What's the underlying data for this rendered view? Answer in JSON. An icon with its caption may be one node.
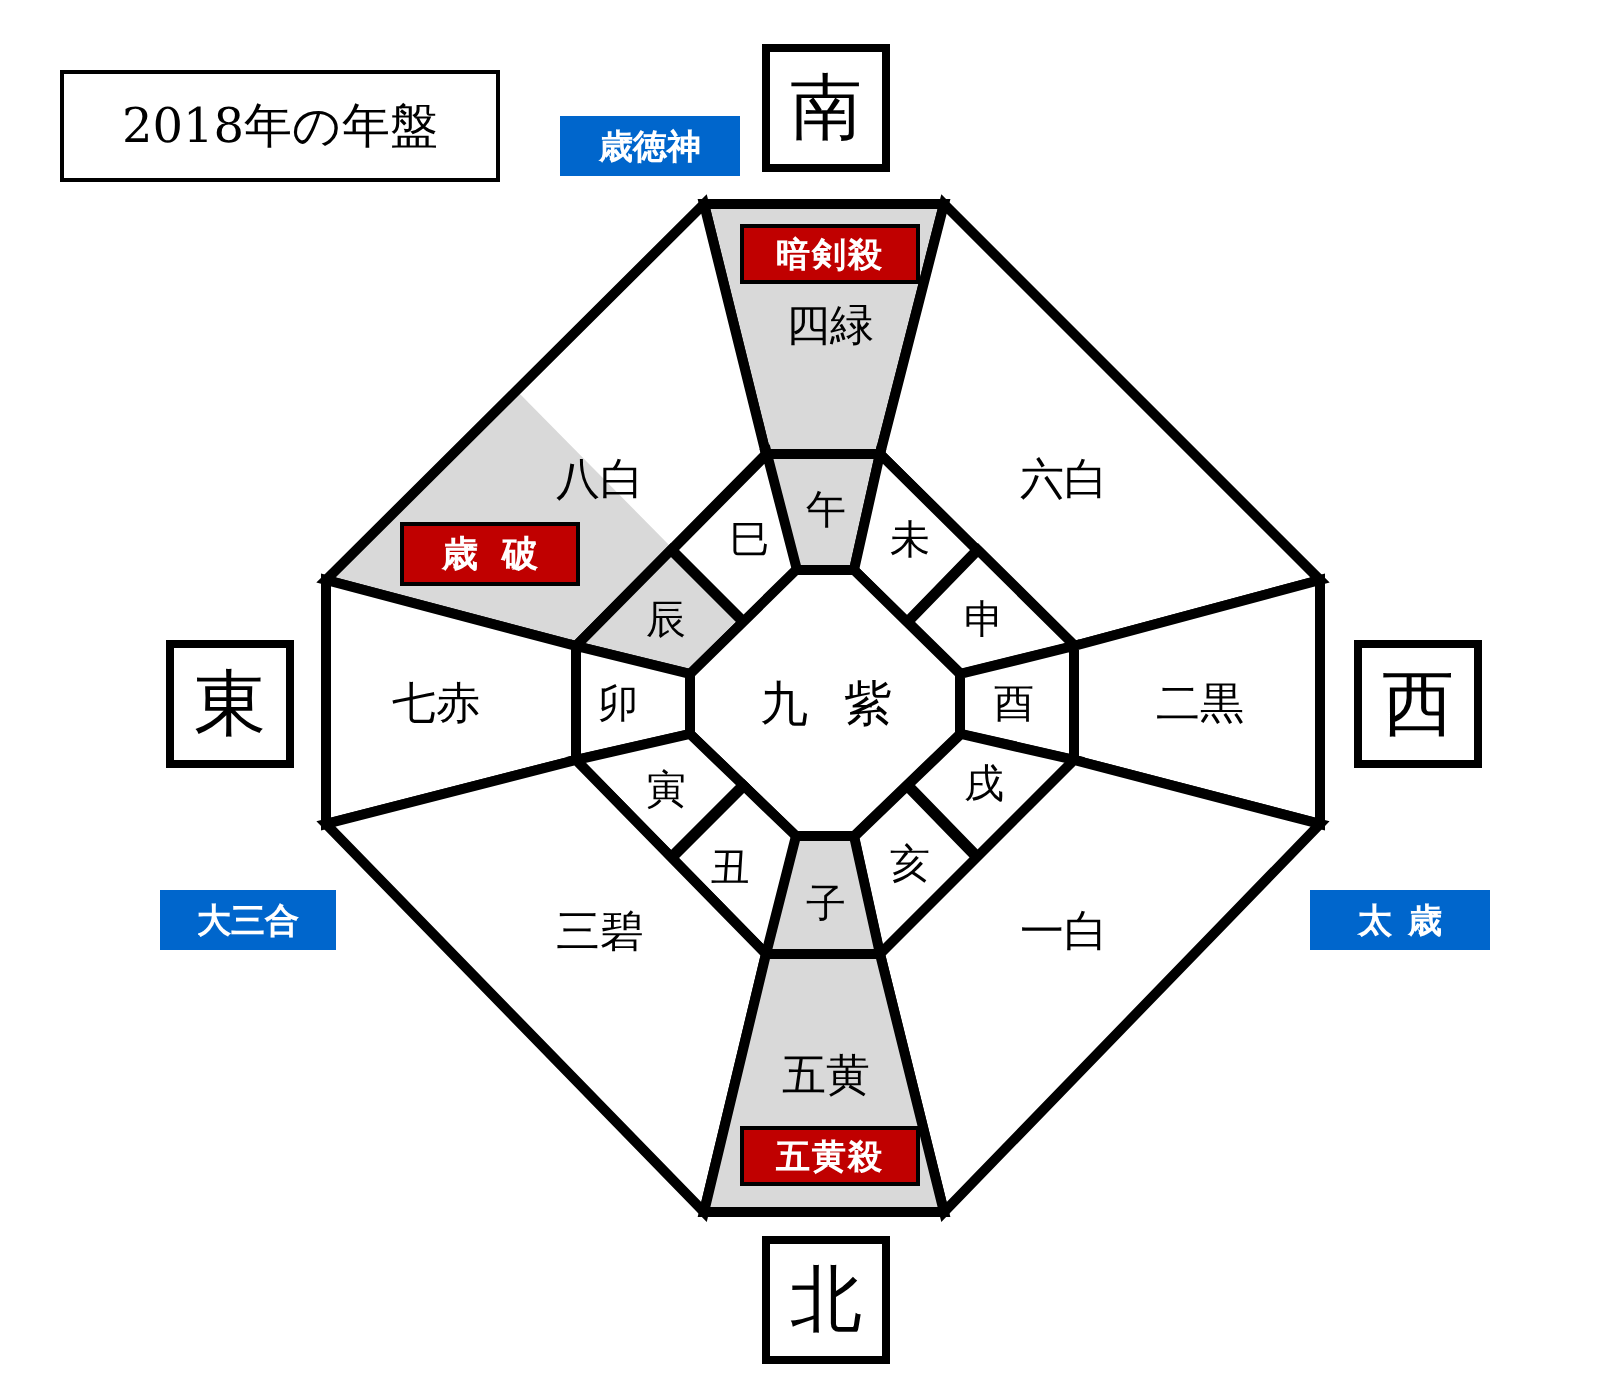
{
  "diagram": {
    "nodes": [
      {
        "text": [
          "2018年の年盤"
        ]
      },
      {
        "text": [
          "歳徳神"
        ]
      },
      {
        "text": [
          "南"
        ]
      },
      {
        "text": [
          "四緑"
        ]
      },
      {
        "text": [
          "暗剣殺"
        ],
        "in": 3
      },
      {
        "text": [
          "八白"
        ]
      },
      {
        "text": [
          "歳破"
        ],
        "in": 5
      },
      {
        "text": [
          "六白"
        ]
      },
      {
        "text": [
          "午"
        ]
      },
      {
        "text": [
          "巳"
        ]
      },
      {
        "text": [
          "未"
        ]
      },
      {
        "text": [
          "辰"
        ]
      },
      {
        "text": [
          "申"
        ]
      },
      {
        "text": [
          "東"
        ]
      },
      {
        "text": [
          "七赤"
        ]
      },
      {
        "text": [
          "卯"
        ]
      },
      {
        "text": [
          "九紫"
        ]
      },
      {
        "text": [
          "酉"
        ]
      },
      {
        "text": [
          "二黒"
        ]
      },
      {
        "text": [
          "西"
        ]
      },
      {
        "text": [
          "寅"
        ]
      },
      {
        "text": [
          "戌"
        ]
      },
      {
        "text": [
          "丑"
        ]
      },
      {
        "text": [
          "亥"
        ]
      },
      {
        "text": [
          "子"
        ]
      },
      {
        "text": [
          "大三合"
        ]
      },
      {
        "text": [
          "三碧"
        ]
      },
      {
        "text": [
          "一白"
        ]
      },
      {
        "text": [
          "太歳"
        ]
      },
      {
        "text": [
          "五黄"
        ]
      },
      {
        "text": [
          "五黄殺"
        ],
        "in": 29
      },
      {
        "text": [
          "北"
        ]
      }
    ]
  }
}
